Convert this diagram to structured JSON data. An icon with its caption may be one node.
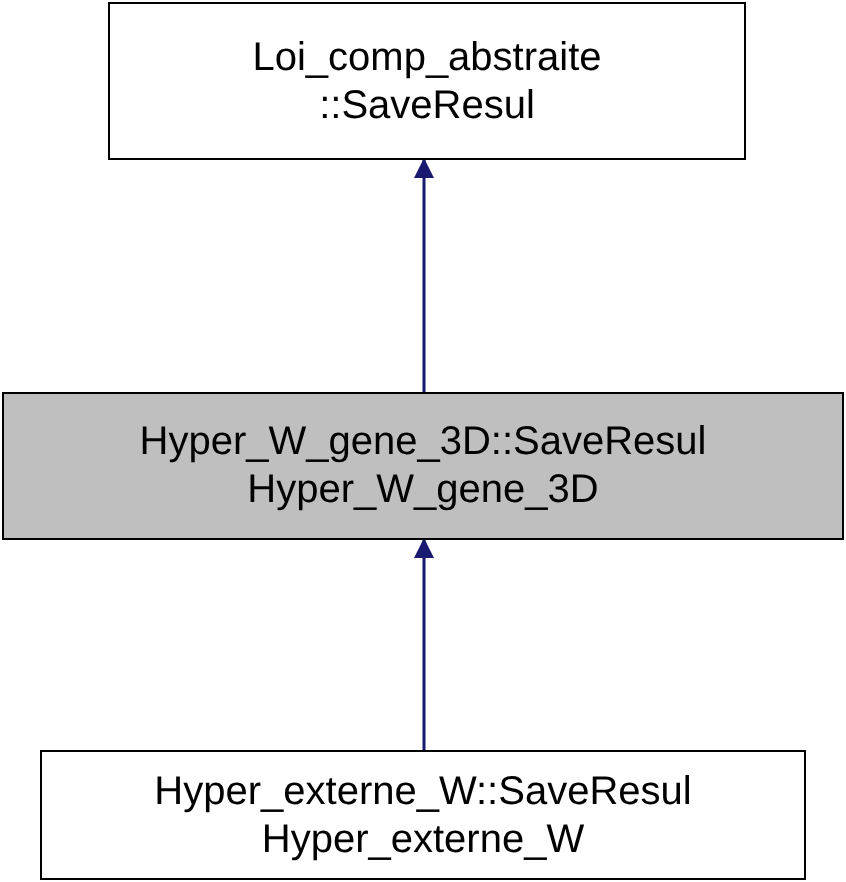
{
  "diagram": {
    "nodes": [
      {
        "text": [
          "Loi_comp_abstraite ::SaveResul"
        ]
      },
      {
        "text": [
          "Hyper_W_gene_3D::SaveResul Hyper_W_gene_3D"
        ]
      },
      {
        "text": [
          "Hyper_externe_W::SaveResul Hyper_externe_W"
        ]
      }
    ],
    "edges": [
      {
        "from": 1,
        "to": 0,
        "arrow": "to"
      },
      {
        "from": 2,
        "to": 1,
        "arrow": "to"
      }
    ]
  }
}
